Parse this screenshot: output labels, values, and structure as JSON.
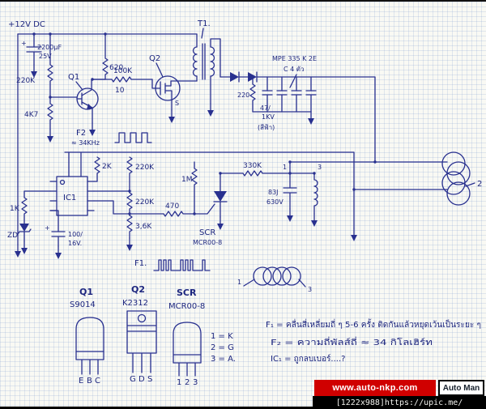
{
  "colors": {
    "ink": "#28308f",
    "banner_red": "#d00000"
  },
  "labels": {
    "supply": "+12V DC",
    "c_filter": "2200μF",
    "c_filter_v": "25V",
    "c_filter_plus": "+",
    "r220k": "220K",
    "r4k7": "4K7",
    "q1": "Q1",
    "r620": "620",
    "r10": "10",
    "r100k": "100K",
    "q2": "Q2",
    "q2_pin_s": "S",
    "t1": "T1.",
    "cap_bank_1": "MPE 335 K 2E",
    "cap_bank_2": "C 4 ตัว",
    "r220": "220",
    "c47": "47/",
    "c47_v": "1KV",
    "c47_color": "(สีฟ้า)",
    "f2": "F2",
    "f2_val": "≈ 34KHz",
    "r2k": "2K",
    "r220k_b": "220K",
    "r220k_c": "220K",
    "r3k6": "3,6K",
    "ic1": "IC1",
    "r1k": "1K",
    "zd": "ZD",
    "c100_plus": "+",
    "c100": "100/",
    "c100_v": "16V.",
    "r1m": "1M",
    "r470": "470",
    "r330k": "330K",
    "c83j": "83J",
    "c83j_v": "630V",
    "scr": "SCR",
    "scr_part": "MCR00-8",
    "f1": "F1.",
    "pin1": "1",
    "pin2": "2",
    "pin3": "3",
    "coil1": "1",
    "coil3": "3"
  },
  "pinouts": {
    "q1": {
      "name": "Q1",
      "part": "S9014",
      "pins": [
        "E",
        "B",
        "C"
      ]
    },
    "q2": {
      "name": "Q2",
      "part": "K2312",
      "pins": [
        "G",
        "D",
        "S"
      ]
    },
    "scr": {
      "name": "SCR",
      "part": "MCR00-8",
      "pins": [
        "1",
        "2",
        "3"
      ]
    },
    "legend": [
      "1 = K",
      "2 = G",
      "3 = A."
    ]
  },
  "notes": [
    "F₁ = คลื่นสี่เหลี่ยมถี่ ๆ 5-6 ครั้ง ติดกันแล้วหยุดเว้นเป็นระยะ ๆ",
    "F₂ = ความถี่พัลส์ถี่ ≈ 34 กิโลเฮิร์ท",
    "IC₁ = ถูกลบเบอร์....?"
  ],
  "footer": {
    "url": "www.auto-nkp.com",
    "brand": "Auto Man",
    "caption": "[1222x988]https://upic.me/"
  }
}
